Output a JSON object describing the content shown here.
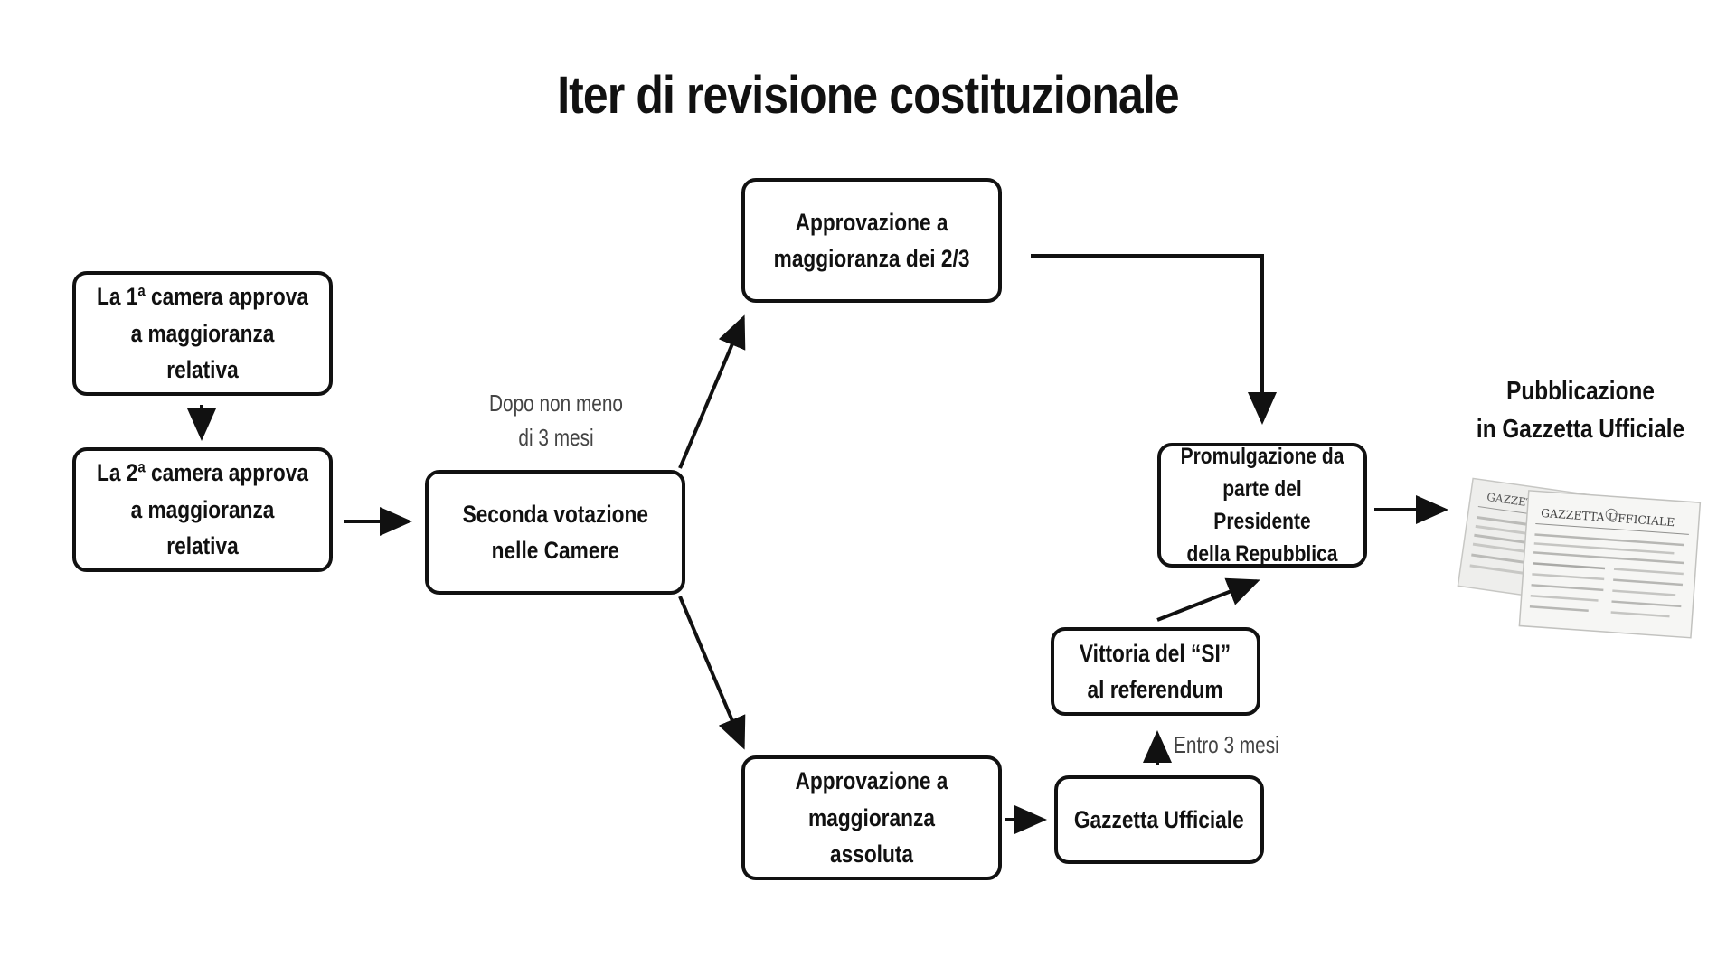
{
  "title": "Iter di revisione costituzionale",
  "boxes": {
    "first_chamber": "La 1ª camera approva\na maggioranza relativa",
    "second_chamber": "La 2ª camera approva\na maggioranza relativa",
    "second_vote": "Seconda votazione\nnelle Camere",
    "two_thirds": "Approvazione a\nmaggioranza dei 2/3",
    "absolute_majority": "Approvazione a\nmaggioranza assoluta",
    "gazzetta": "Gazzetta Ufficiale",
    "referendum": "Vittoria del “SI”\nal referendum",
    "promulgation": "Promulgazione da\nparte del Presidente\ndella Repubblica"
  },
  "notes": {
    "wait_period": "Dopo non meno\ndi 3 mesi",
    "within_months": "Entro 3 mesi"
  },
  "publication": {
    "label": "Pubblicazione\nin Gazzetta Ufficiale",
    "newspaper_back_masthead": "GAZZETTA",
    "newspaper_front_masthead": "GAZZETTA UFFICIALE"
  },
  "colors": {
    "ink": "#111111",
    "note": "#444444",
    "paper": "#f3f3f1"
  }
}
